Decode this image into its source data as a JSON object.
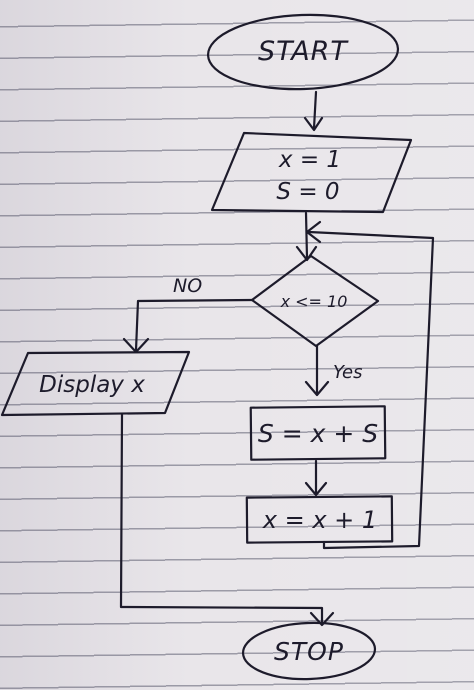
{
  "flowchart": {
    "start": "START",
    "init_x": "x = 1",
    "init_s": "S = 0",
    "condition": "x <= 10",
    "no_label": "NO",
    "yes_label": "Yes",
    "display": "Display x",
    "update_s": "S = x + S",
    "increment_x": "x = x + 1",
    "stop": "STOP"
  },
  "colors": {
    "ink": "#1d1b2b",
    "paper": "#e9e6ea",
    "ruled_line": "#9b9aa6"
  }
}
